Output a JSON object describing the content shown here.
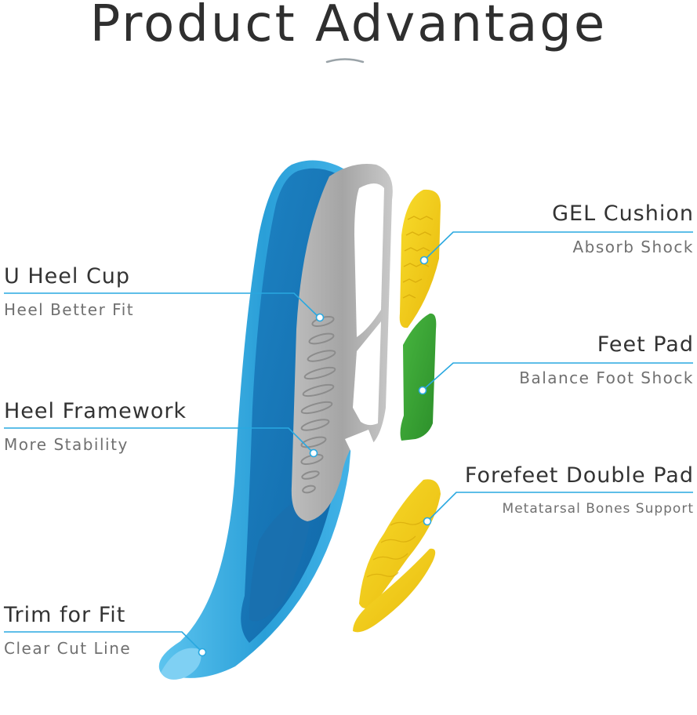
{
  "title": "Product Advantage",
  "colors": {
    "leader_line": "#29a8e0",
    "insole_blue": "#2a9fd8",
    "insole_deep": "#1273b5",
    "heel_grey": "#a9a9a9",
    "gel_yellow": "#f2cc13",
    "pad_green": "#39a534"
  },
  "features_left": [
    {
      "heading": "U Heel Cup",
      "sub": "Heel Better Fit"
    },
    {
      "heading": "Heel Framework",
      "sub": "More Stability"
    },
    {
      "heading": "Trim for Fit",
      "sub": "Clear Cut Line"
    }
  ],
  "features_right": [
    {
      "heading": "GEL Cushion",
      "sub": "Absorb Shock"
    },
    {
      "heading": "Feet Pad",
      "sub": "Balance Foot Shock"
    },
    {
      "heading": "Forefeet Double Pad",
      "sub": "Metatarsal Bones Support"
    }
  ]
}
